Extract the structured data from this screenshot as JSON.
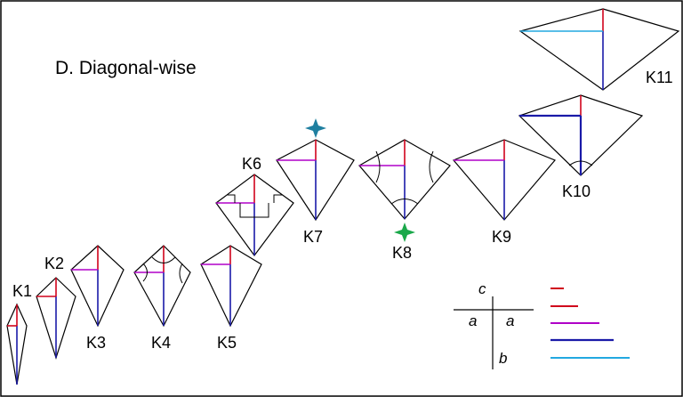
{
  "figure": {
    "panel_title": "D. Diagonal-wise",
    "colors": {
      "outline": "#000000",
      "c_red": "#d0021b",
      "magenta": "#b000c8",
      "blue": "#1a1aa8",
      "cyan": "#22a8e0",
      "star_teal": "#1f7fa0",
      "star_green": "#1aa84a"
    },
    "kites": [
      {
        "id": "k1",
        "label": "K1"
      },
      {
        "id": "k2",
        "label": "K2"
      },
      {
        "id": "k3",
        "label": "K3"
      },
      {
        "id": "k4",
        "label": "K4"
      },
      {
        "id": "k5",
        "label": "K5"
      },
      {
        "id": "k6",
        "label": "K6"
      },
      {
        "id": "k7",
        "label": "K7"
      },
      {
        "id": "k8",
        "label": "K8"
      },
      {
        "id": "k9",
        "label": "K9"
      },
      {
        "id": "k10",
        "label": "K10"
      },
      {
        "id": "k11",
        "label": "K11"
      }
    ],
    "legend": {
      "label_c": "c",
      "label_a_left": "a",
      "label_a_right": "a",
      "label_b": "b"
    }
  }
}
